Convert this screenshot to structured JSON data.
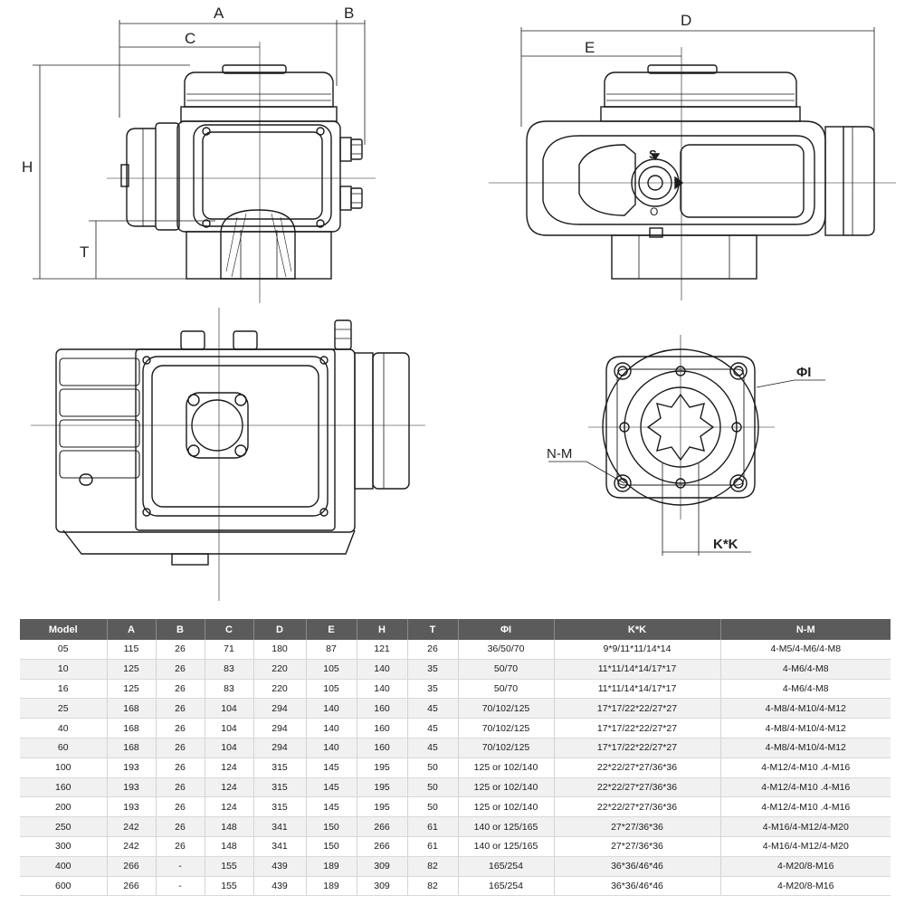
{
  "dimension_labels": {
    "A": "A",
    "B": "B",
    "C": "C",
    "D": "D",
    "E": "E",
    "H": "H",
    "T": "T",
    "PHI": "ΦI",
    "NM": "N-M",
    "KK": "K*K"
  },
  "dial_letters": {
    "shut": "S",
    "open": "O"
  },
  "table": {
    "headers": [
      "Model",
      "A",
      "B",
      "C",
      "D",
      "E",
      "H",
      "T",
      "ΦI",
      "K*K",
      "N-M"
    ],
    "rows": [
      [
        "05",
        "115",
        "26",
        "71",
        "180",
        "87",
        "121",
        "26",
        "36/50/70",
        "9*9/11*11/14*14",
        "4-M5/4-M6/4-M8"
      ],
      [
        "10",
        "125",
        "26",
        "83",
        "220",
        "105",
        "140",
        "35",
        "50/70",
        "11*11/14*14/17*17",
        "4-M6/4-M8"
      ],
      [
        "16",
        "125",
        "26",
        "83",
        "220",
        "105",
        "140",
        "35",
        "50/70",
        "11*11/14*14/17*17",
        "4-M6/4-M8"
      ],
      [
        "25",
        "168",
        "26",
        "104",
        "294",
        "140",
        "160",
        "45",
        "70/102/125",
        "17*17/22*22/27*27",
        "4-M8/4-M10/4-M12"
      ],
      [
        "40",
        "168",
        "26",
        "104",
        "294",
        "140",
        "160",
        "45",
        "70/102/125",
        "17*17/22*22/27*27",
        "4-M8/4-M10/4-M12"
      ],
      [
        "60",
        "168",
        "26",
        "104",
        "294",
        "140",
        "160",
        "45",
        "70/102/125",
        "17*17/22*22/27*27",
        "4-M8/4-M10/4-M12"
      ],
      [
        "100",
        "193",
        "26",
        "124",
        "315",
        "145",
        "195",
        "50",
        "125 or 102/140",
        "22*22/27*27/36*36",
        "4-M12/4-M10 .4-M16"
      ],
      [
        "160",
        "193",
        "26",
        "124",
        "315",
        "145",
        "195",
        "50",
        "125 or 102/140",
        "22*22/27*27/36*36",
        "4-M12/4-M10 .4-M16"
      ],
      [
        "200",
        "193",
        "26",
        "124",
        "315",
        "145",
        "195",
        "50",
        "125 or 102/140",
        "22*22/27*27/36*36",
        "4-M12/4-M10 .4-M16"
      ],
      [
        "250",
        "242",
        "26",
        "148",
        "341",
        "150",
        "266",
        "61",
        "140 or 125/165",
        "27*27/36*36",
        "4-M16/4-M12/4-M20"
      ],
      [
        "300",
        "242",
        "26",
        "148",
        "341",
        "150",
        "266",
        "61",
        "140 or 125/165",
        "27*27/36*36",
        "4-M16/4-M12/4-M20"
      ],
      [
        "400",
        "266",
        "-",
        "155",
        "439",
        "189",
        "309",
        "82",
        "165/254",
        "36*36/46*46",
        "4-M20/8-M16"
      ],
      [
        "600",
        "266",
        "-",
        "155",
        "439",
        "189",
        "309",
        "82",
        "165/254",
        "36*36/46*46",
        "4-M20/8-M16"
      ]
    ]
  }
}
